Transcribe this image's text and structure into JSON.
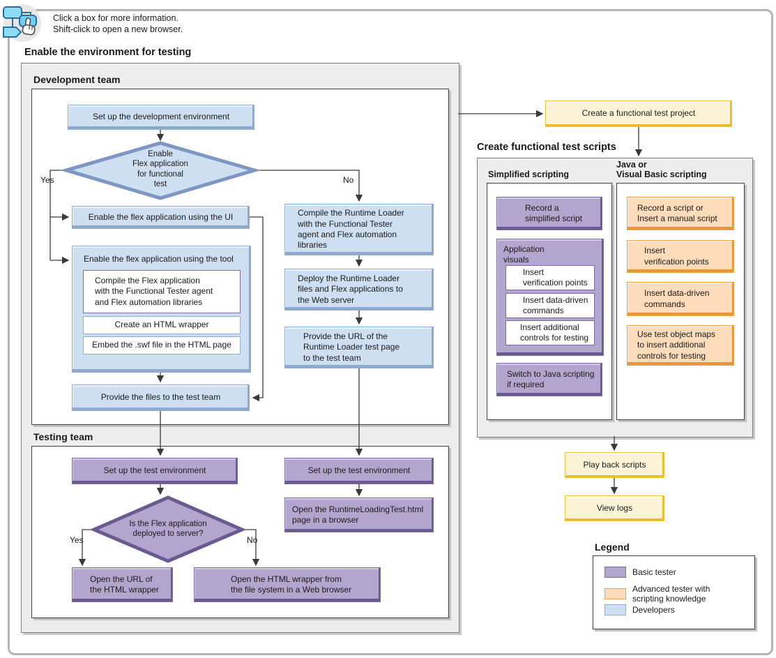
{
  "instructions": {
    "line1": "Click a box for more information.",
    "line2": "Shift-click to open a new browser."
  },
  "sections": {
    "enable_env_title": "Enable the environment for testing",
    "dev_team_title": "Development team",
    "testing_team_title": "Testing team",
    "create_scripts_title": "Create functional test scripts",
    "simplified_title": "Simplified scripting",
    "java_title": "Java or\nVisual Basic scripting",
    "legend_title": "Legend"
  },
  "branch_labels": {
    "yes1": "Yes",
    "no1": "No",
    "yes2": "Yes",
    "no2": "No"
  },
  "nodes": {
    "setup_dev_env": "Set up the development environment",
    "enable_flex_decision": "Enable\nFlex application\nfor functional\ntest",
    "enable_ui": "Enable the flex application using the UI",
    "enable_tool": "Enable the flex application using the tool",
    "compile_flex": "Compile the Flex application\nwith the Functional Tester agent\nand Flex automation libraries",
    "create_wrapper": "Create an HTML wrapper",
    "embed_swf": "Embed the .swf file in the HTML page",
    "provide_files": "Provide the files to the test team",
    "compile_runtime": "Compile the Runtime Loader\nwith the Functional Tester\nagent and Flex automation\nlibraries",
    "deploy_runtime": "Deploy the Runtime Loader\nfiles and Flex applications to\nthe Web server",
    "provide_url": "Provide the URL of the\nRuntime Loader test page\nto the test team",
    "test_env_left": "Set up the test environment",
    "test_env_right": "Set up the test environment",
    "deployed_decision": "Is the Flex application\ndeployed to server?",
    "open_url": "Open the URL of\nthe HTML wrapper",
    "open_wrapper": "Open the HTML wrapper from\nthe file system in a Web browser",
    "open_runtime_page": "Open the RuntimeLoadingTest.html\npage in a browser",
    "create_project": "Create a functional test project",
    "record_simplified": "Record a\nsimplified script",
    "app_visuals": "Application\nvisuals",
    "insert_vp_simplified": "Insert\nverification points",
    "insert_dd_simplified": "Insert data-driven\ncommands",
    "insert_controls_simplified": "Insert additional\ncontrols for testing",
    "switch_java": "Switch to Java scripting\nif required",
    "record_script": "Record a script or\nInsert a manual script",
    "insert_vp_java": "Insert\nverification points",
    "insert_dd_java": "Insert data-driven\ncommands",
    "use_maps": "Use test object maps\nto insert additional\ncontrols for testing",
    "play_back": "Play back scripts",
    "view_logs": "View logs"
  },
  "legend": {
    "items": [
      {
        "label": "Basic tester",
        "color": "#b3a6ce"
      },
      {
        "label": "Advanced tester with\nscripting knowledge",
        "color": "#fcdcba"
      },
      {
        "label": "Developers",
        "color": "#cddff1"
      }
    ]
  },
  "colors": {
    "developer_box": "#cddff1",
    "basic_tester_box": "#b3a6ce",
    "advanced_tester_box": "#fcdcba",
    "milestone_box": "#fdf4d8",
    "group_box": "#ededed",
    "arrow": "#3a3a3a"
  }
}
